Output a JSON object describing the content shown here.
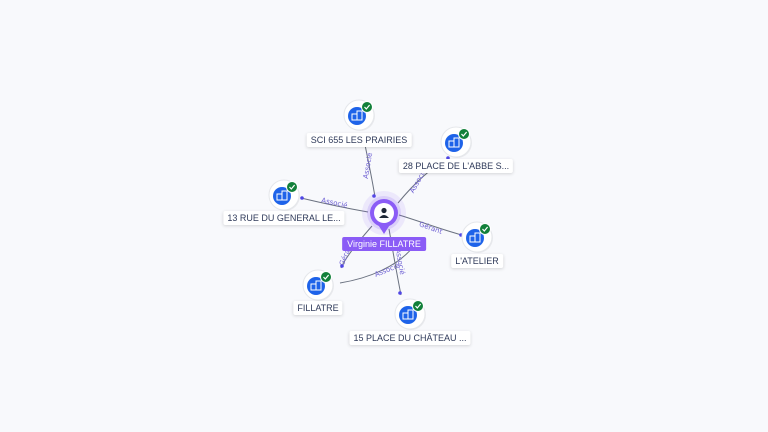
{
  "center": {
    "label": "Virginie FILLATRE",
    "icon": "person-icon",
    "color": "#8b5cf6"
  },
  "colors": {
    "company_icon_bg": "#1e63e9",
    "check_badge": "#12803a",
    "edge_label": "#6d5fd3"
  },
  "nodes": [
    {
      "id": "sci655",
      "label": "SCI 655 LES PRAIRIES",
      "icon": "building-icon",
      "verified": true
    },
    {
      "id": "abbe",
      "label": "28 PLACE DE L'ABBE S...",
      "icon": "building-icon",
      "verified": true
    },
    {
      "id": "general",
      "label": "13 RUE DU GENERAL LE...",
      "icon": "building-icon",
      "verified": true
    },
    {
      "id": "latelier",
      "label": "L'ATELIER",
      "icon": "building-icon",
      "verified": true
    },
    {
      "id": "fillatre",
      "label": "FILLATRE",
      "icon": "building-icon",
      "verified": true
    },
    {
      "id": "chateau",
      "label": "15 PLACE DU CHÂTEAU ...",
      "icon": "building-icon",
      "verified": true
    }
  ],
  "edges": [
    {
      "to": "sci655",
      "label": "Associé"
    },
    {
      "to": "abbe",
      "label": "Associé"
    },
    {
      "to": "general",
      "label": "Associé"
    },
    {
      "to": "latelier",
      "label": "Gérant"
    },
    {
      "to": "fillatre",
      "label": "Gérant"
    },
    {
      "to": "fillatre",
      "label": "Associé"
    },
    {
      "to": "chateau",
      "label": "Associé"
    }
  ]
}
